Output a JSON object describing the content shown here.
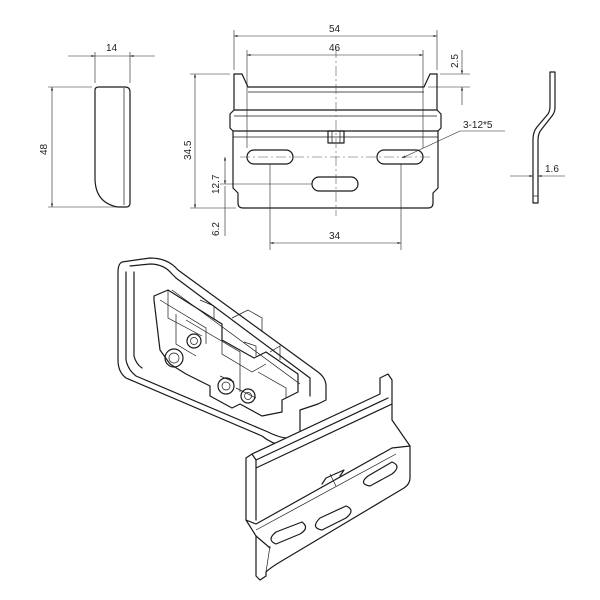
{
  "drawing": {
    "dimensions": {
      "side_width": "14",
      "side_height": "48",
      "plate_width": "54",
      "slot_span": "46",
      "lip_depth": "2.5",
      "plate_height": "34.5",
      "slot_offset": "12.7",
      "bottom_offset": "6.2",
      "lower_span": "34",
      "slot_callout": "3-12*5",
      "thickness": "1.6"
    }
  }
}
